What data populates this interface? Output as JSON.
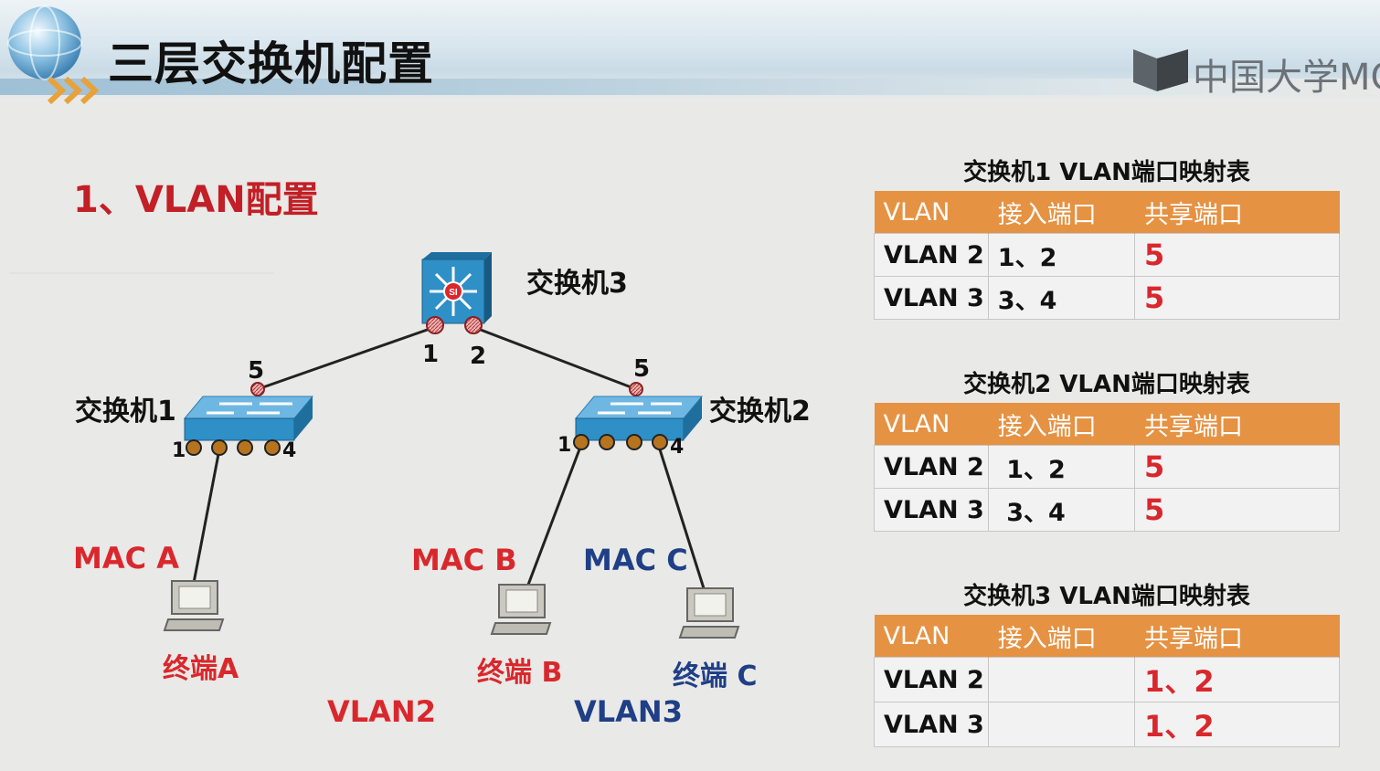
{
  "title": "三层交换机配置",
  "logo_text": "中国大学MC",
  "section_title": "1、VLAN配置",
  "diagram": {
    "switch3_label": "交换机3",
    "switch1_label": "交换机1",
    "switch2_label": "交换机2",
    "switch3_port_labels": [
      "1",
      "2"
    ],
    "switch1_uplink_port": "5",
    "switch2_uplink_port": "5",
    "switch1_port_first": "1",
    "switch1_port_last": "4",
    "switch2_port_first": "1",
    "switch2_port_last": "4",
    "mac_a": "MAC A",
    "mac_b": "MAC B",
    "mac_c": "MAC C",
    "terminal_a": "终端A",
    "terminal_b": "终端 B",
    "terminal_c": "终端 C",
    "vlan2_label": "VLAN2",
    "vlan3_label": "VLAN3",
    "switch_icon_text": "SI",
    "colors": {
      "red": "#d9282d",
      "blue": "#1f3f86",
      "line": "#222222",
      "switch_blue": "#2f8fc7",
      "port_orange": "#b7741f"
    }
  },
  "tables": [
    {
      "title": "交换机1 VLAN端口映射表",
      "headers": [
        "VLAN",
        "接入端口",
        "共享端口"
      ],
      "rows": [
        [
          "VLAN 2",
          "1、2",
          "5"
        ],
        [
          "VLAN 3",
          "3、4",
          "5"
        ]
      ]
    },
    {
      "title": "交换机2 VLAN端口映射表",
      "headers": [
        "VLAN",
        "接入端口",
        "共享端口"
      ],
      "rows": [
        [
          "VLAN 2",
          " 1、2",
          "5"
        ],
        [
          "VLAN 3",
          " 3、4",
          "5"
        ]
      ]
    },
    {
      "title": "交换机3 VLAN端口映射表",
      "headers": [
        "VLAN",
        "接入端口",
        "共享端口"
      ],
      "rows": [
        [
          "VLAN 2",
          "",
          "1、2"
        ],
        [
          "VLAN 3",
          "",
          "1、2"
        ]
      ]
    }
  ]
}
